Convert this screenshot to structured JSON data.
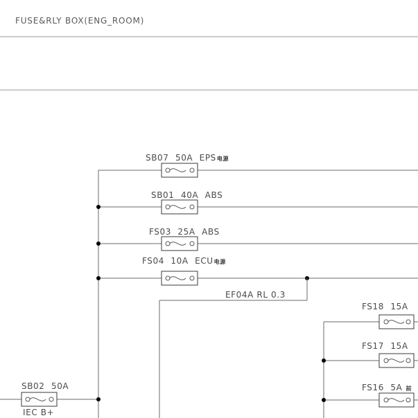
{
  "header": {
    "title": "FUSE&RLY BOX(ENG_ROOM)"
  },
  "fuses": [
    {
      "id": "SB07",
      "rating": "50A",
      "circuit": "EPS",
      "suffix": "电源"
    },
    {
      "id": "SB01",
      "rating": "40A",
      "circuit": "ABS",
      "suffix": ""
    },
    {
      "id": "FS03",
      "rating": "25A",
      "circuit": "ABS",
      "suffix": ""
    },
    {
      "id": "FS04",
      "rating": "10A",
      "circuit": "ECU",
      "suffix": "电源"
    },
    {
      "id": "FS18",
      "rating": "15A",
      "circuit": "",
      "suffix": ""
    },
    {
      "id": "FS17",
      "rating": "15A",
      "circuit": "",
      "suffix": ""
    },
    {
      "id": "FS16",
      "rating": "5A",
      "circuit": "",
      "suffix": "前"
    },
    {
      "id": "SB02",
      "rating": "50A",
      "circuit": "",
      "suffix": ""
    }
  ],
  "wires": {
    "ef04a": "EF04A  RL  0.3",
    "source": "IEC  B+"
  }
}
